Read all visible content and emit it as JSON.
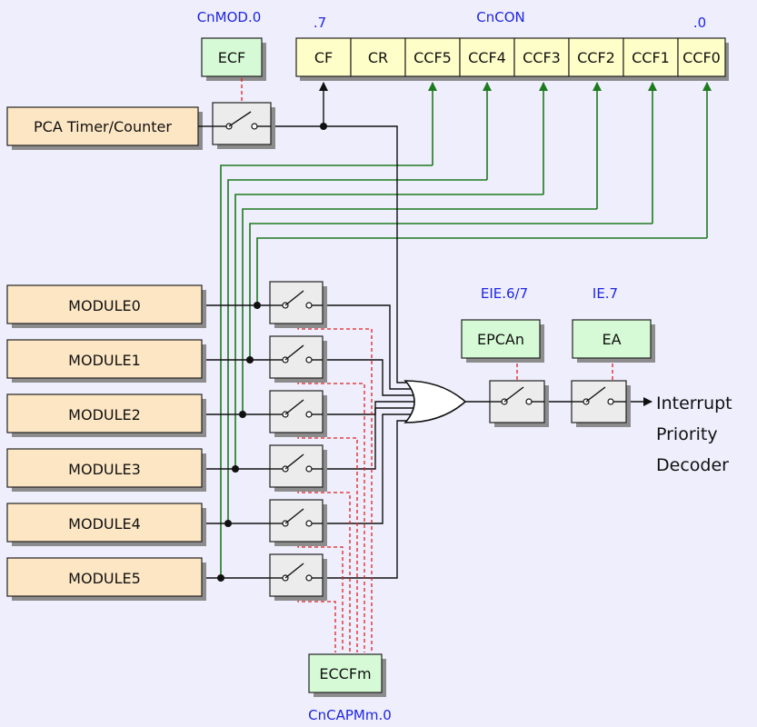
{
  "labels": {
    "cnmod": "CnMOD.0",
    "cncon": "CnCON",
    "bit7": ".7",
    "bit0": ".0",
    "eie": "EIE.6/7",
    "ie": "IE.7",
    "cncapm": "CnCAPMm.0"
  },
  "boxes": {
    "ecf": "ECF",
    "pca": "PCA Timer/Counter",
    "epcan": "EPCAn",
    "ea": "EA",
    "eccfm": "ECCFm"
  },
  "register": [
    "CF",
    "CR",
    "CCF5",
    "CCF4",
    "CCF3",
    "CCF2",
    "CCF1",
    "CCF0"
  ],
  "modules": [
    "MODULE0",
    "MODULE1",
    "MODULE2",
    "MODULE3",
    "MODULE4",
    "MODULE5"
  ],
  "output": [
    "Interrupt",
    "Priority",
    "Decoder"
  ],
  "colors": {
    "background": "#eeeefc",
    "module_fill": "#fde6c4",
    "register_fill": "#fefec8",
    "enable_fill": "#d6fad6",
    "flag_line": "#1e7a1e",
    "enable_line": "#e02020",
    "label_blue": "#1f26e0"
  }
}
